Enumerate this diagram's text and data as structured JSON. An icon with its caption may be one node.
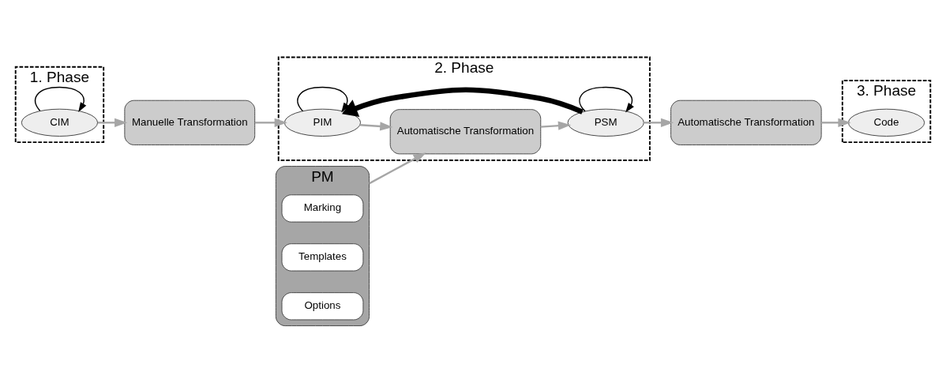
{
  "diagram": {
    "nodes": [
      {
        "text": [
          "1. Phase"
        ]
      },
      {
        "text": [
          "CIM"
        ],
        "in": 0
      },
      {
        "text": [
          "Manuelle Transformation"
        ]
      },
      {
        "text": [
          "2. Phase"
        ]
      },
      {
        "text": [
          "PIM"
        ],
        "in": 3
      },
      {
        "text": [
          "Automatische Transformation"
        ],
        "in": 3
      },
      {
        "text": [
          "PSM"
        ],
        "in": 3
      },
      {
        "text": [
          "Automatische Transformation"
        ]
      },
      {
        "text": [
          "3. Phase"
        ]
      },
      {
        "text": [
          "Code"
        ],
        "in": 8
      },
      {
        "text": [
          "PM"
        ]
      },
      {
        "text": [
          "Marking"
        ],
        "in": 10
      },
      {
        "text": [
          "Templates"
        ],
        "in": 10
      },
      {
        "text": [
          "Options"
        ],
        "in": 10
      }
    ],
    "edges": [
      {
        "from": 1,
        "to": 1,
        "arrow": "to",
        "color": "#000000"
      },
      {
        "from": 1,
        "to": 2,
        "arrow": "to"
      },
      {
        "from": 2,
        "to": 4,
        "arrow": "to"
      },
      {
        "from": 4,
        "to": 4,
        "arrow": "to",
        "color": "#000000"
      },
      {
        "from": 4,
        "to": 5,
        "arrow": "to"
      },
      {
        "from": 5,
        "to": 6,
        "arrow": "to"
      },
      {
        "from": 6,
        "to": 4,
        "arrow": "to",
        "style": "thick",
        "color": "#000000"
      },
      {
        "from": 6,
        "to": 6,
        "arrow": "to",
        "color": "#000000"
      },
      {
        "from": 6,
        "to": 7,
        "arrow": "to"
      },
      {
        "from": 7,
        "to": 9,
        "arrow": "to"
      },
      {
        "from": 10,
        "to": 5,
        "arrow": "to"
      }
    ]
  }
}
